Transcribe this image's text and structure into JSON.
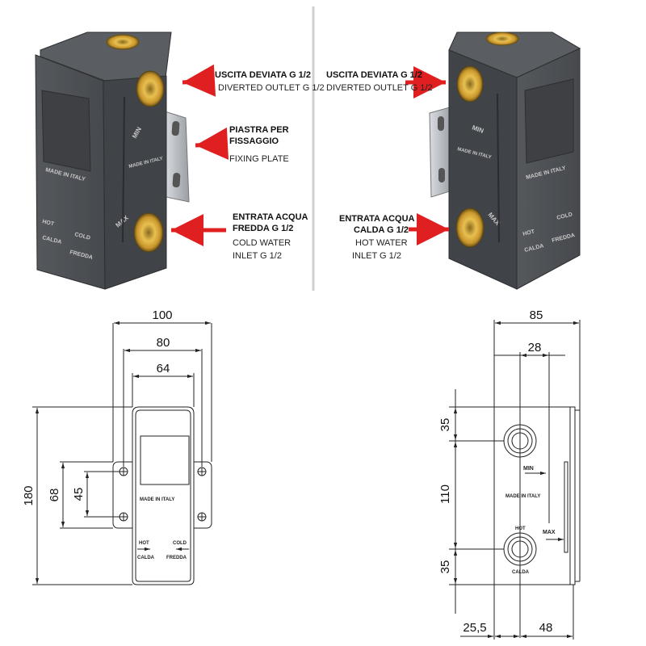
{
  "left_view": {
    "outlet_label_it": "USCITA DEVIATA G 1/2",
    "outlet_label_en": "DIVERTED OUTLET G 1/2",
    "plate_label_it_1": "PIASTRA PER",
    "plate_label_it_2": "FISSAGGIO",
    "plate_label_en": "FIXING PLATE",
    "inlet_label_it_1": "ENTRATA ACQUA",
    "inlet_label_it_2": "FREDDA G 1/2",
    "inlet_label_en_1": "COLD WATER",
    "inlet_label_en_2": "INLET G 1/2"
  },
  "right_view": {
    "outlet_label_it": "USCITA DEVIATA G 1/2",
    "outlet_label_en": "DIVERTED OUTLET G 1/2",
    "inlet_label_it_1": "ENTRATA ACQUA",
    "inlet_label_it_2": "CALDA G 1/2",
    "inlet_label_en_1": "HOT WATER",
    "inlet_label_en_2": "INLET   G 1/2"
  },
  "embossed": {
    "made_in_italy": "MADE IN ITALY",
    "min": "MIN",
    "max": "MAX",
    "cold": "COLD",
    "hot": "HOT",
    "calda": "CALDA",
    "fredda": "FREDDA",
    "brand": "MADE IN ITALY"
  },
  "front_drawing": {
    "width_overall": "100",
    "width_holes": "80",
    "width_body": "64",
    "height_overall": "180",
    "height_slots": "68",
    "height_holes": "45",
    "made_in_italy": "MADE IN ITALY",
    "hot": "HOT",
    "calda": "CALDA",
    "cold": "COLD",
    "fredda": "FREDDA"
  },
  "side_drawing": {
    "width_overall": "85",
    "width_axis": "28",
    "height_top": "35",
    "height_mid": "110",
    "height_bottom": "35",
    "depth_front": "25,5",
    "depth_back": "48",
    "made_in_italy": "MADE IN ITALY",
    "min": "MIN",
    "max": "MAX",
    "hot": "HOT",
    "calda": "CALDA"
  },
  "colors": {
    "body": "#4a4c50",
    "body_dark": "#35373a",
    "brass": "#d4a63a",
    "arrow": "#e02020",
    "plate": "#c8cbd0"
  }
}
